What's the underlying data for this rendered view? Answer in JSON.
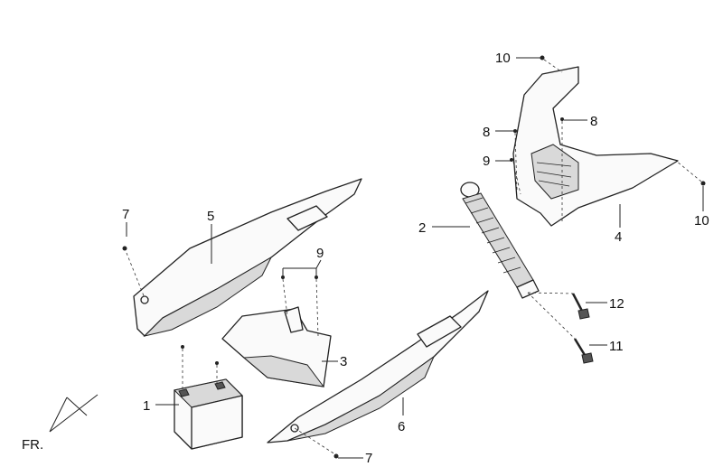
{
  "diagram": {
    "orientation_label": "FR.",
    "callouts": [
      {
        "id": "c1",
        "text": "1"
      },
      {
        "id": "c2",
        "text": "2"
      },
      {
        "id": "c3",
        "text": "3"
      },
      {
        "id": "c4",
        "text": "4"
      },
      {
        "id": "c5",
        "text": "5"
      },
      {
        "id": "c6",
        "text": "6"
      },
      {
        "id": "c7a",
        "text": "7"
      },
      {
        "id": "c7b",
        "text": "7"
      },
      {
        "id": "c8a",
        "text": "8"
      },
      {
        "id": "c8b",
        "text": "8"
      },
      {
        "id": "c9a",
        "text": "9"
      },
      {
        "id": "c9b",
        "text": "9"
      },
      {
        "id": "c10a",
        "text": "10"
      },
      {
        "id": "c10b",
        "text": "10"
      },
      {
        "id": "c11",
        "text": "11"
      },
      {
        "id": "c12",
        "text": "12"
      }
    ]
  }
}
